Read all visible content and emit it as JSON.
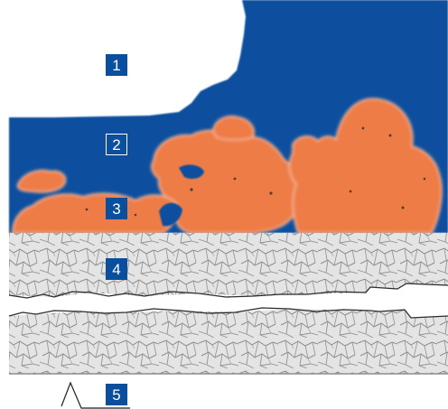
{
  "colors": {
    "background": "#ffffff",
    "coating_layer": "#0a4f9e",
    "particle_fill": "#ee7b47",
    "particle_edge": "#f5b08c",
    "substrate": "#e4e4e4",
    "substrate_grain": "#7d7d7d",
    "crack_line": "#2b2b2b",
    "label_bg": "#0a4f9e",
    "label_text": "#ffffff"
  },
  "labels": [
    {
      "id": "1",
      "text": "1",
      "style": "solid"
    },
    {
      "id": "2",
      "text": "2",
      "style": "outline"
    },
    {
      "id": "3",
      "text": "3",
      "style": "solid"
    },
    {
      "id": "4",
      "text": "4",
      "style": "solid"
    },
    {
      "id": "5",
      "text": "5",
      "style": "solid"
    }
  ]
}
